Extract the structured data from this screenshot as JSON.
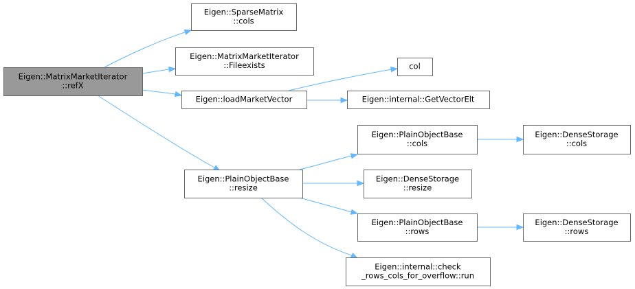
{
  "diagram": {
    "nodes": [
      {
        "id": "refX",
        "lines": [
          "Eigen::MatrixMarketIterator",
          "::refX"
        ],
        "root": true
      },
      {
        "id": "sm_cols",
        "lines": [
          "Eigen::SparseMatrix",
          "::cols"
        ]
      },
      {
        "id": "fileexists",
        "lines": [
          "Eigen::MatrixMarketIterator",
          "::Fileexists"
        ]
      },
      {
        "id": "loadMarketVector",
        "lines": [
          "Eigen::loadMarketVector"
        ]
      },
      {
        "id": "col",
        "lines": [
          "col"
        ]
      },
      {
        "id": "getVectorElt",
        "lines": [
          "Eigen::internal::GetVectorElt"
        ]
      },
      {
        "id": "pob_resize",
        "lines": [
          "Eigen::PlainObjectBase",
          "::resize"
        ]
      },
      {
        "id": "pob_cols",
        "lines": [
          "Eigen::PlainObjectBase",
          "::cols"
        ]
      },
      {
        "id": "ds_cols",
        "lines": [
          "Eigen::DenseStorage",
          "::cols"
        ]
      },
      {
        "id": "ds_resize",
        "lines": [
          "Eigen::DenseStorage",
          "::resize"
        ]
      },
      {
        "id": "pob_rows",
        "lines": [
          "Eigen::PlainObjectBase",
          "::rows"
        ]
      },
      {
        "id": "ds_rows",
        "lines": [
          "Eigen::DenseStorage",
          "::rows"
        ]
      },
      {
        "id": "check_overflow",
        "lines": [
          "Eigen::internal::check",
          "_rows_cols_for_overflow::run"
        ]
      }
    ],
    "edges": [
      {
        "from": "refX",
        "to": "sm_cols"
      },
      {
        "from": "refX",
        "to": "fileexists"
      },
      {
        "from": "refX",
        "to": "loadMarketVector"
      },
      {
        "from": "refX",
        "to": "pob_resize"
      },
      {
        "from": "loadMarketVector",
        "to": "col"
      },
      {
        "from": "loadMarketVector",
        "to": "getVectorElt"
      },
      {
        "from": "pob_resize",
        "to": "pob_cols"
      },
      {
        "from": "pob_resize",
        "to": "ds_resize"
      },
      {
        "from": "pob_resize",
        "to": "pob_rows"
      },
      {
        "from": "pob_resize",
        "to": "check_overflow"
      },
      {
        "from": "pob_cols",
        "to": "ds_cols"
      },
      {
        "from": "pob_rows",
        "to": "ds_rows"
      }
    ]
  }
}
